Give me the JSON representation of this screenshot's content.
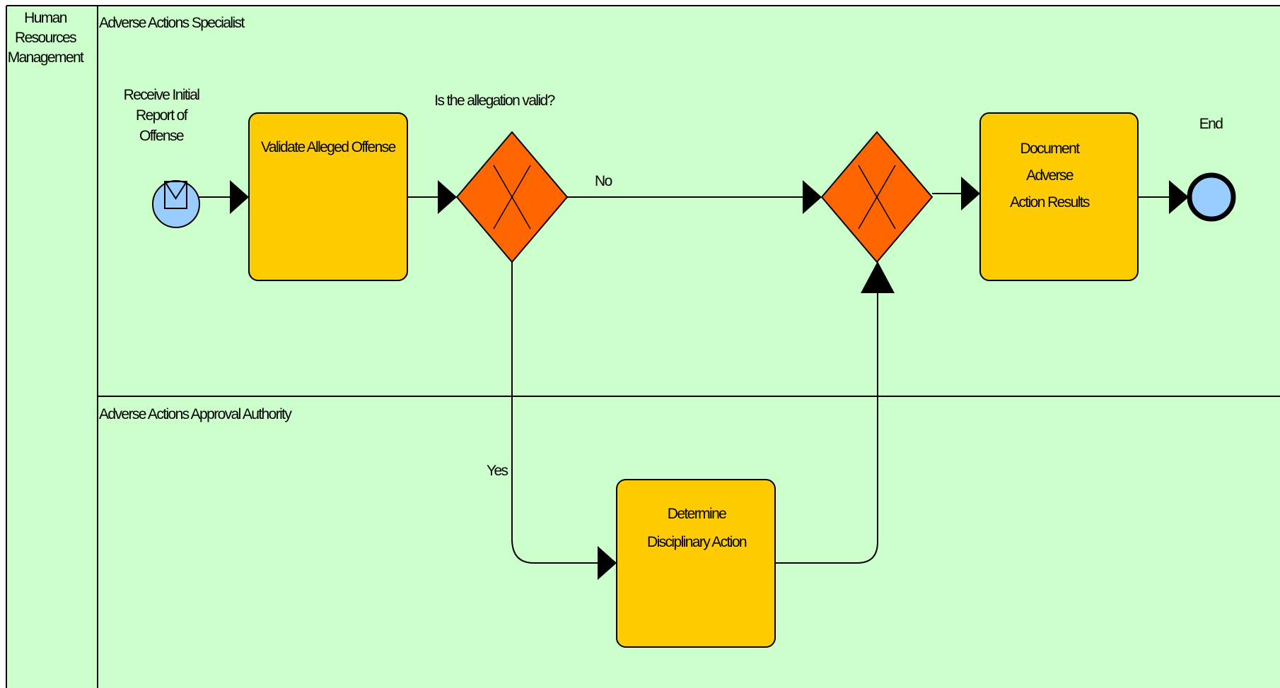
{
  "pool": {
    "label": "Human Resources Management"
  },
  "lanes": [
    {
      "label": "Adverse Actions Specialist"
    },
    {
      "label": "Adverse Actions Approval Authority"
    }
  ],
  "start_event": {
    "label": "Receive Initial Report of Offense",
    "icon": "envelope-icon"
  },
  "tasks": {
    "validate": "Validate Alleged Offense",
    "document": "Document Adverse Action Results",
    "determine": "Determine Disciplinary Action"
  },
  "gateways": {
    "decision": {
      "label": "Is the allegation valid?"
    },
    "merge": {
      "label": ""
    }
  },
  "flows": {
    "no_label": "No",
    "yes_label": "Yes"
  },
  "end_event": {
    "label": "End"
  },
  "colors": {
    "background": "#ccffcc",
    "task_fill": "#ffcc00",
    "gateway_fill": "#ff6600",
    "event_fill": "#99ccff",
    "stroke": "#000000"
  }
}
